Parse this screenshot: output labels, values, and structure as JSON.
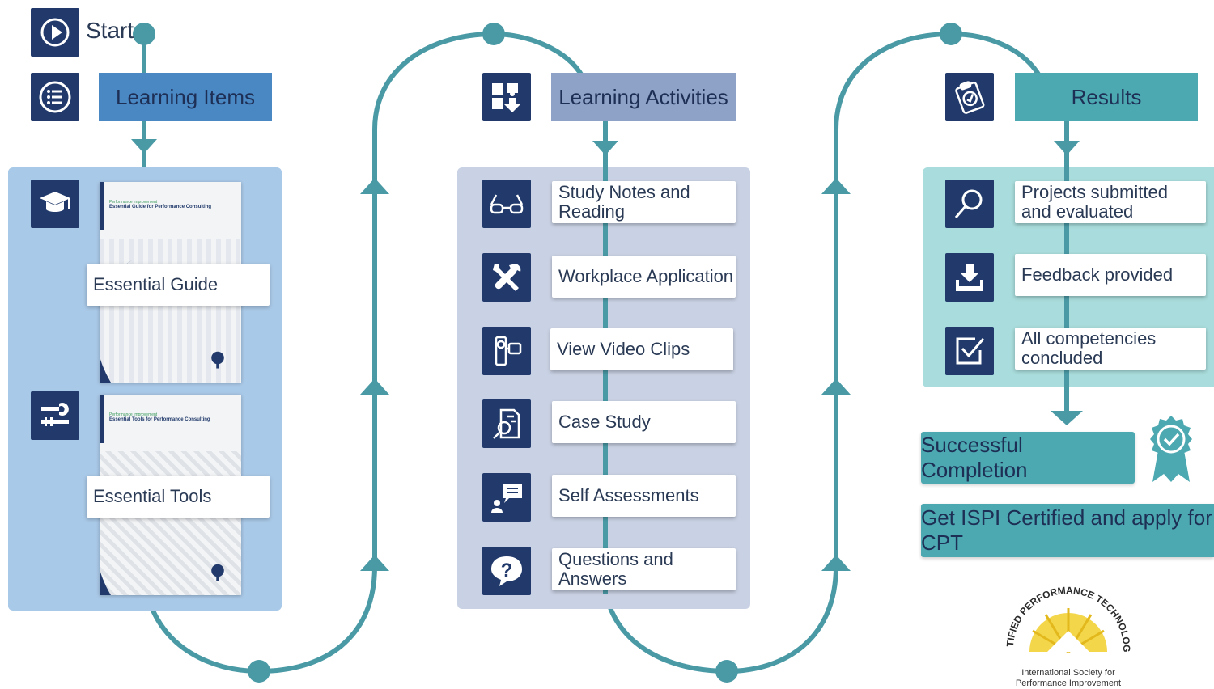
{
  "start": {
    "label": "Start",
    "icon": "play-icon"
  },
  "columns": {
    "learning_items": {
      "header": "Learning Items",
      "header_icon": "list-icon",
      "header_color": "#4a88c4",
      "panel_color": "#a9c9e8",
      "items": [
        {
          "label": "Essential Guide",
          "icon": "graduation-cap-icon",
          "doc_pre": "Performance Improvement",
          "doc_title": "Essential Guide for Performance Consulting"
        },
        {
          "label": "Essential Tools",
          "icon": "tools-icon",
          "doc_pre": "Performance Improvement",
          "doc_title": "Essential Tools for Performance Consulting"
        }
      ]
    },
    "learning_activities": {
      "header": "Learning Activities",
      "header_icon": "puzzle-icon",
      "header_color": "#8ea1c6",
      "panel_color": "#c9d2e4",
      "items": [
        {
          "label": "Study Notes and Reading",
          "icon": "glasses-icon"
        },
        {
          "label": "Workplace Application",
          "icon": "wrench-screwdriver-icon"
        },
        {
          "label": "View Video Clips",
          "icon": "video-camera-icon"
        },
        {
          "label": "Case Study",
          "icon": "document-search-icon"
        },
        {
          "label": "Self Assessments",
          "icon": "person-chat-icon"
        },
        {
          "label": "Questions and Answers",
          "icon": "question-bubble-icon"
        }
      ]
    },
    "results": {
      "header": "Results",
      "header_icon": "clipboard-check-icon",
      "header_color": "#4ca9b1",
      "panel_color": "#a9dcdc",
      "items": [
        {
          "label_line1": "Projects submitted",
          "label_line2": "and evaluated",
          "icon": "magnifier-icon"
        },
        {
          "label": "Feedback provided",
          "icon": "download-tray-icon"
        },
        {
          "label": "All competencies concluded",
          "icon": "checkbox-icon"
        }
      ],
      "completion": "Successful Completion",
      "certification": "Get ISPI Certified and apply for CPT",
      "badge_icon": "award-ribbon-icon"
    }
  },
  "seal": {
    "arc_text": "CERTIFIED PERFORMANCE TECHNOLOGIST",
    "org_line1": "International Society for",
    "org_line2": "Performance Improvement"
  },
  "colors": {
    "path": "#4a9aa6",
    "navy": "#213a6b",
    "text": "#2a3a55"
  }
}
